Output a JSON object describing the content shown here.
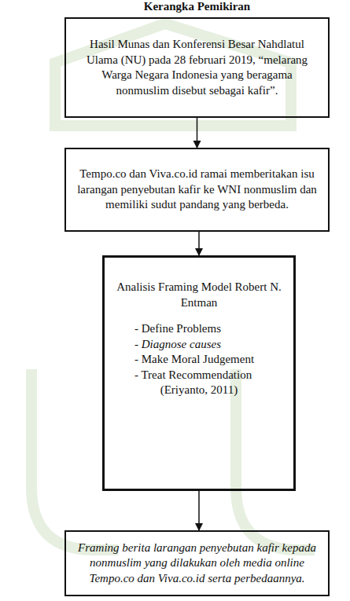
{
  "diagram": {
    "title": "Kerangka Pemikiran",
    "nodes": [
      {
        "text": [
          "Hasil Munas dan Konferensi Besar Nahdlatul Ulama (NU) pada 28 februari 2019, “melarang Warga Negara Indonesia yang beragama nonmuslim disebut sebagai kafir”."
        ]
      },
      {
        "text": [
          "Tempo.co dan Viva.co.id ramai memberitakan isu larangan penyebutan kafir ke WNI nonmuslim dan memiliki sudut pandang yang berbeda."
        ]
      },
      {
        "text": [
          "Analisis Framing Model Robert N. Entman",
          "- Define Problems",
          "- Diagnose causes",
          "- Make Moral Judgement",
          "- Treat Recommendation",
          "(Eriyanto, 2011)"
        ]
      },
      {
        "text": [
          "Framing berita larangan penyebutan kafir kepada nonmuslim yang dilakukan oleh media online Tempo.co dan Viva.co.id serta perbedaannya."
        ]
      }
    ],
    "edges": [
      {
        "from": 0,
        "to": 1,
        "arrow": "to"
      },
      {
        "from": 1,
        "to": 2,
        "arrow": "to"
      },
      {
        "from": 2,
        "to": 3,
        "arrow": "to"
      }
    ]
  }
}
